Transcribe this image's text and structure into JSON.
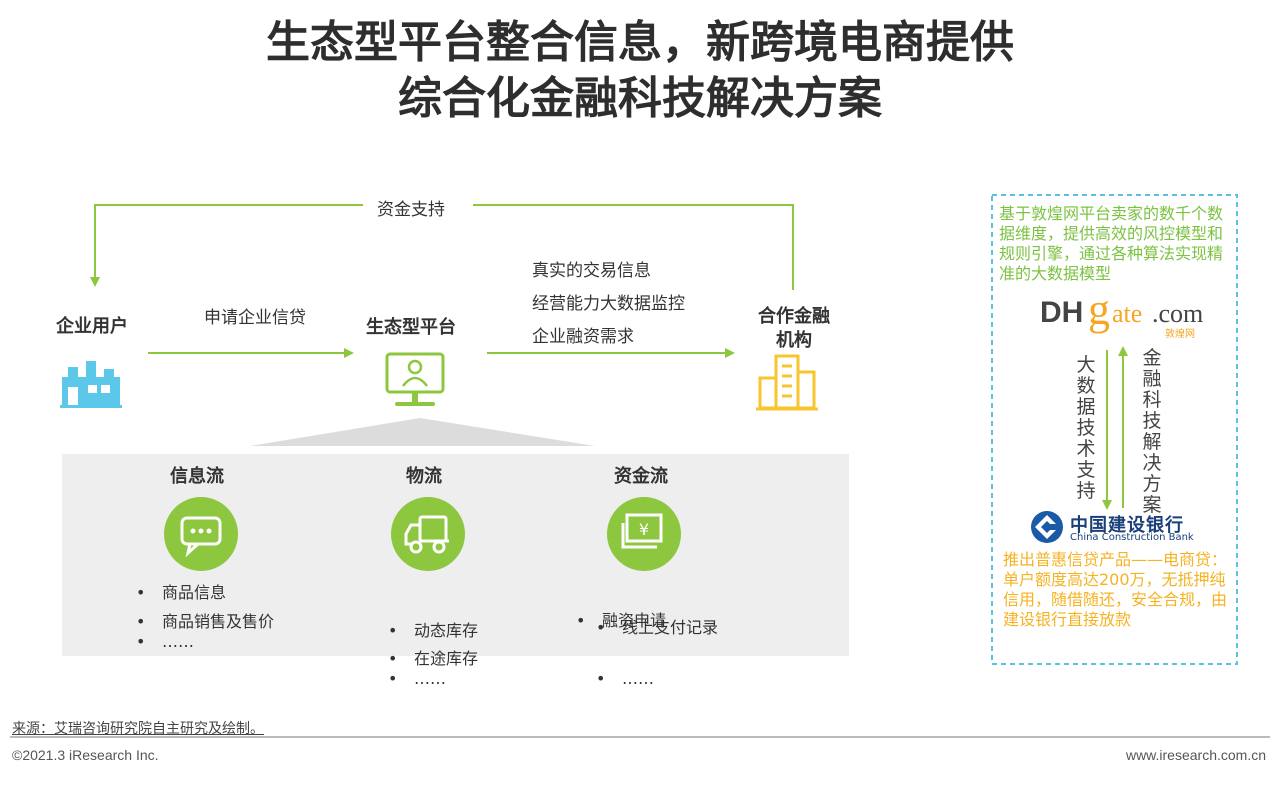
{
  "title": {
    "line1": "生态型平台整合信息，新跨境电商提供",
    "line2": "综合化金融科技解决方案"
  },
  "flow": {
    "top_arrow_label": "资金支持",
    "node_enterprise": "企业用户",
    "arrow1_label": "申请企业信贷",
    "node_platform": "生态型平台",
    "arrow2_labels": [
      "真实的交易信息",
      "经营能力大数据监控",
      "企业融资需求"
    ],
    "node_finance_line1": "合作金融",
    "node_finance_line2": "机构"
  },
  "streams": [
    {
      "title": "信息流",
      "items": [
        "商品信息",
        "商品销售及售价",
        "……"
      ]
    },
    {
      "title": "物流",
      "items": [
        "动态库存",
        "在途库存",
        "……"
      ]
    },
    {
      "title": "资金流",
      "items": [
        "融资申请",
        "线上支付记录",
        "……"
      ]
    }
  ],
  "side_panel": {
    "dhgate_desc": "基于敦煌网平台卖家的数千个数据维度，提供高效的风控模型和规则引擎，通过各种算法实现精准的大数据模型",
    "dhgate_logo_dh": "DH",
    "dhgate_logo_g": "g",
    "dhgate_logo_ate": "ate",
    "dhgate_logo_com": ".com",
    "dhgate_logo_cn": "敦煌网",
    "down_label": "大数据技术支持",
    "up_label": "金融科技解决方案",
    "ccb_name_cn": "中国建设银行",
    "ccb_name_en": "China Construction Bank",
    "ccb_desc": "推出普惠信贷产品——电商贷：单户额度高达200万，无抵押纯信用，随借随还，安全合规，由建设银行直接放款"
  },
  "footer": {
    "source": "来源：艾瑞咨询研究院自主研究及绘制。",
    "copyright": "©2021.3 iResearch Inc.",
    "website": "www.iresearch.com.cn"
  },
  "colors": {
    "accent_green": "#8dc63f",
    "blue_icon": "#5bc8ea",
    "yellow_icon": "#f7c52c",
    "dashed_border": "#5bc3e0",
    "panel_gray": "#eeeeee"
  }
}
